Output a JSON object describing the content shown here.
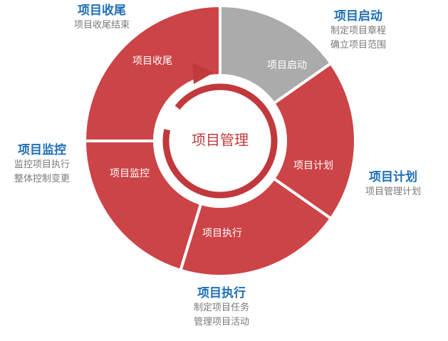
{
  "center_label": "项目管理",
  "colors": {
    "phase_red": "#cc4447",
    "phase_gray": "#ababab",
    "inner_ring": "#c1393c",
    "title_blue": "#1f6fb5",
    "text_gray": "#7a7a7a"
  },
  "phases": [
    {
      "id": "closing",
      "label": "项目收尾",
      "color": "#cc4447"
    },
    {
      "id": "initiating",
      "label": "项目启动",
      "color": "#ababab"
    },
    {
      "id": "planning",
      "label": "项目计划",
      "color": "#cc4447"
    },
    {
      "id": "executing",
      "label": "项目执行",
      "color": "#cc4447"
    },
    {
      "id": "monitoring",
      "label": "项目监控",
      "color": "#cc4447"
    }
  ],
  "callouts": {
    "closing": {
      "title": "项目收尾",
      "lines": [
        "项目收尾结束"
      ]
    },
    "initiating": {
      "title": "项目启动",
      "lines": [
        "制定项目章程",
        "确立项目范围"
      ]
    },
    "planning": {
      "title": "项目计划",
      "lines": [
        "项目管理计划"
      ]
    },
    "executing": {
      "title": "项目执行",
      "lines": [
        "制定项目任务",
        "管理项目活动"
      ]
    },
    "monitoring": {
      "title": "项目监控",
      "lines": [
        "监控项目执行",
        "整体控制变更"
      ]
    }
  }
}
